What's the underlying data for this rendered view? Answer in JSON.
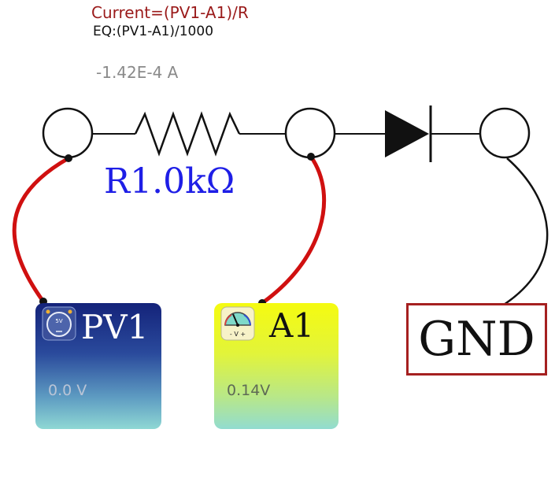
{
  "formula": {
    "title": "Current=(PV1-A1)/R",
    "equation": "EQ:(PV1-A1)/1000",
    "result": "-1.42E-4 A"
  },
  "resistor": {
    "label": "R1.0kΩ"
  },
  "source": {
    "name": "PV1",
    "value": "0.0 V",
    "icon_text": "5V",
    "icon": "dial-knob-icon"
  },
  "meter": {
    "name": "A1",
    "value": "0.14V",
    "icon_text": "- V +",
    "icon": "voltmeter-icon"
  },
  "ground": {
    "label": "GND"
  },
  "colors": {
    "wire_red": "#d01010",
    "wire_black": "#111111",
    "formula_title": "#9a1a1a",
    "resistor_label": "#1e1ee6",
    "gnd_border": "#a52020"
  }
}
